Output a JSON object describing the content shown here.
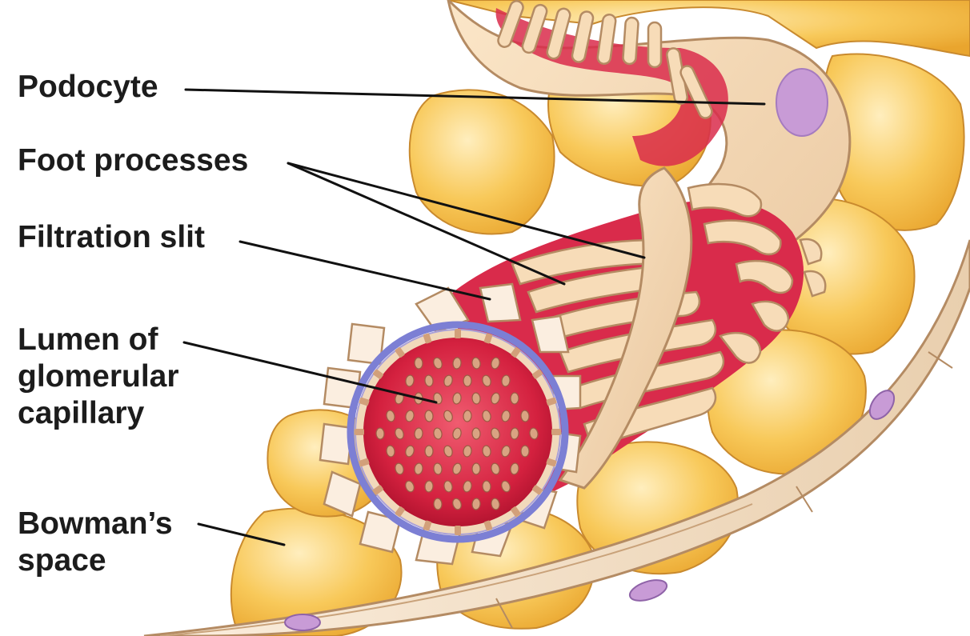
{
  "labels": {
    "podocyte": "Podocyte",
    "foot_processes": "Foot processes",
    "filtration_slit": "Filtration slit",
    "lumen": [
      "Lumen of",
      "glomerular",
      "capillary"
    ],
    "bowmans_space": [
      "Bowman’s",
      "space"
    ]
  },
  "colors": {
    "capsule_cell": "#f3b640",
    "capsule_cell_light": "#ffe7a8",
    "podocyte_body": "#f4d8b4",
    "podocyte_outline": "#b48b63",
    "capillary_red": "#d92b4b",
    "capillary_wall": "#7c7fd4",
    "nucleus": "#c89bd6",
    "leader_line": "#111111"
  }
}
